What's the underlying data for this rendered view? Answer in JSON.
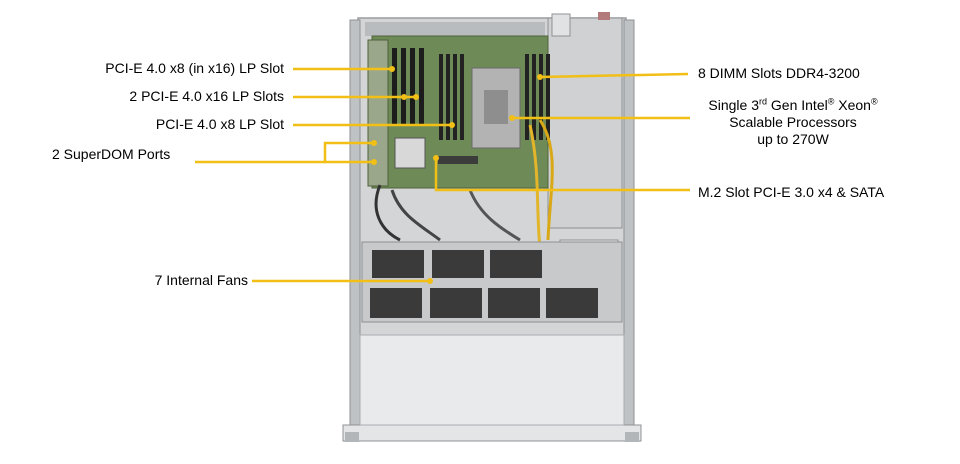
{
  "colors": {
    "leader": "#f2bf17",
    "chassis": "#c9cbcd",
    "chassis_dark": "#8e9195",
    "motherboard": "#6f8a57",
    "heatsink": "#b8b8b8",
    "fan": "#3b3b3b",
    "background": "#ffffff"
  },
  "labels": {
    "pcie_x8_in_x16": "PCI-E 4.0 x8 (in x16) LP Slot",
    "pcie_x16_slots": "2 PCI-E 4.0 x16 LP Slots",
    "pcie_x8": "PCI-E 4.0 x8 LP Slot",
    "superdom": "2 SuperDOM Ports",
    "fans": "7 Internal  Fans",
    "dimm": "8 DIMM Slots DDR4-3200",
    "cpu": {
      "line1_pre": "Single 3",
      "line1_sup1": "rd",
      "line1_mid": " Gen Intel",
      "line1_sup2": "®",
      "line1_post": "  Xeon",
      "line1_sup3": "®",
      "line2": "Scalable Processors",
      "line3": "up to 270W"
    },
    "m2": "M.2 Slot PCI-E 3.0 x4 & SATA"
  }
}
